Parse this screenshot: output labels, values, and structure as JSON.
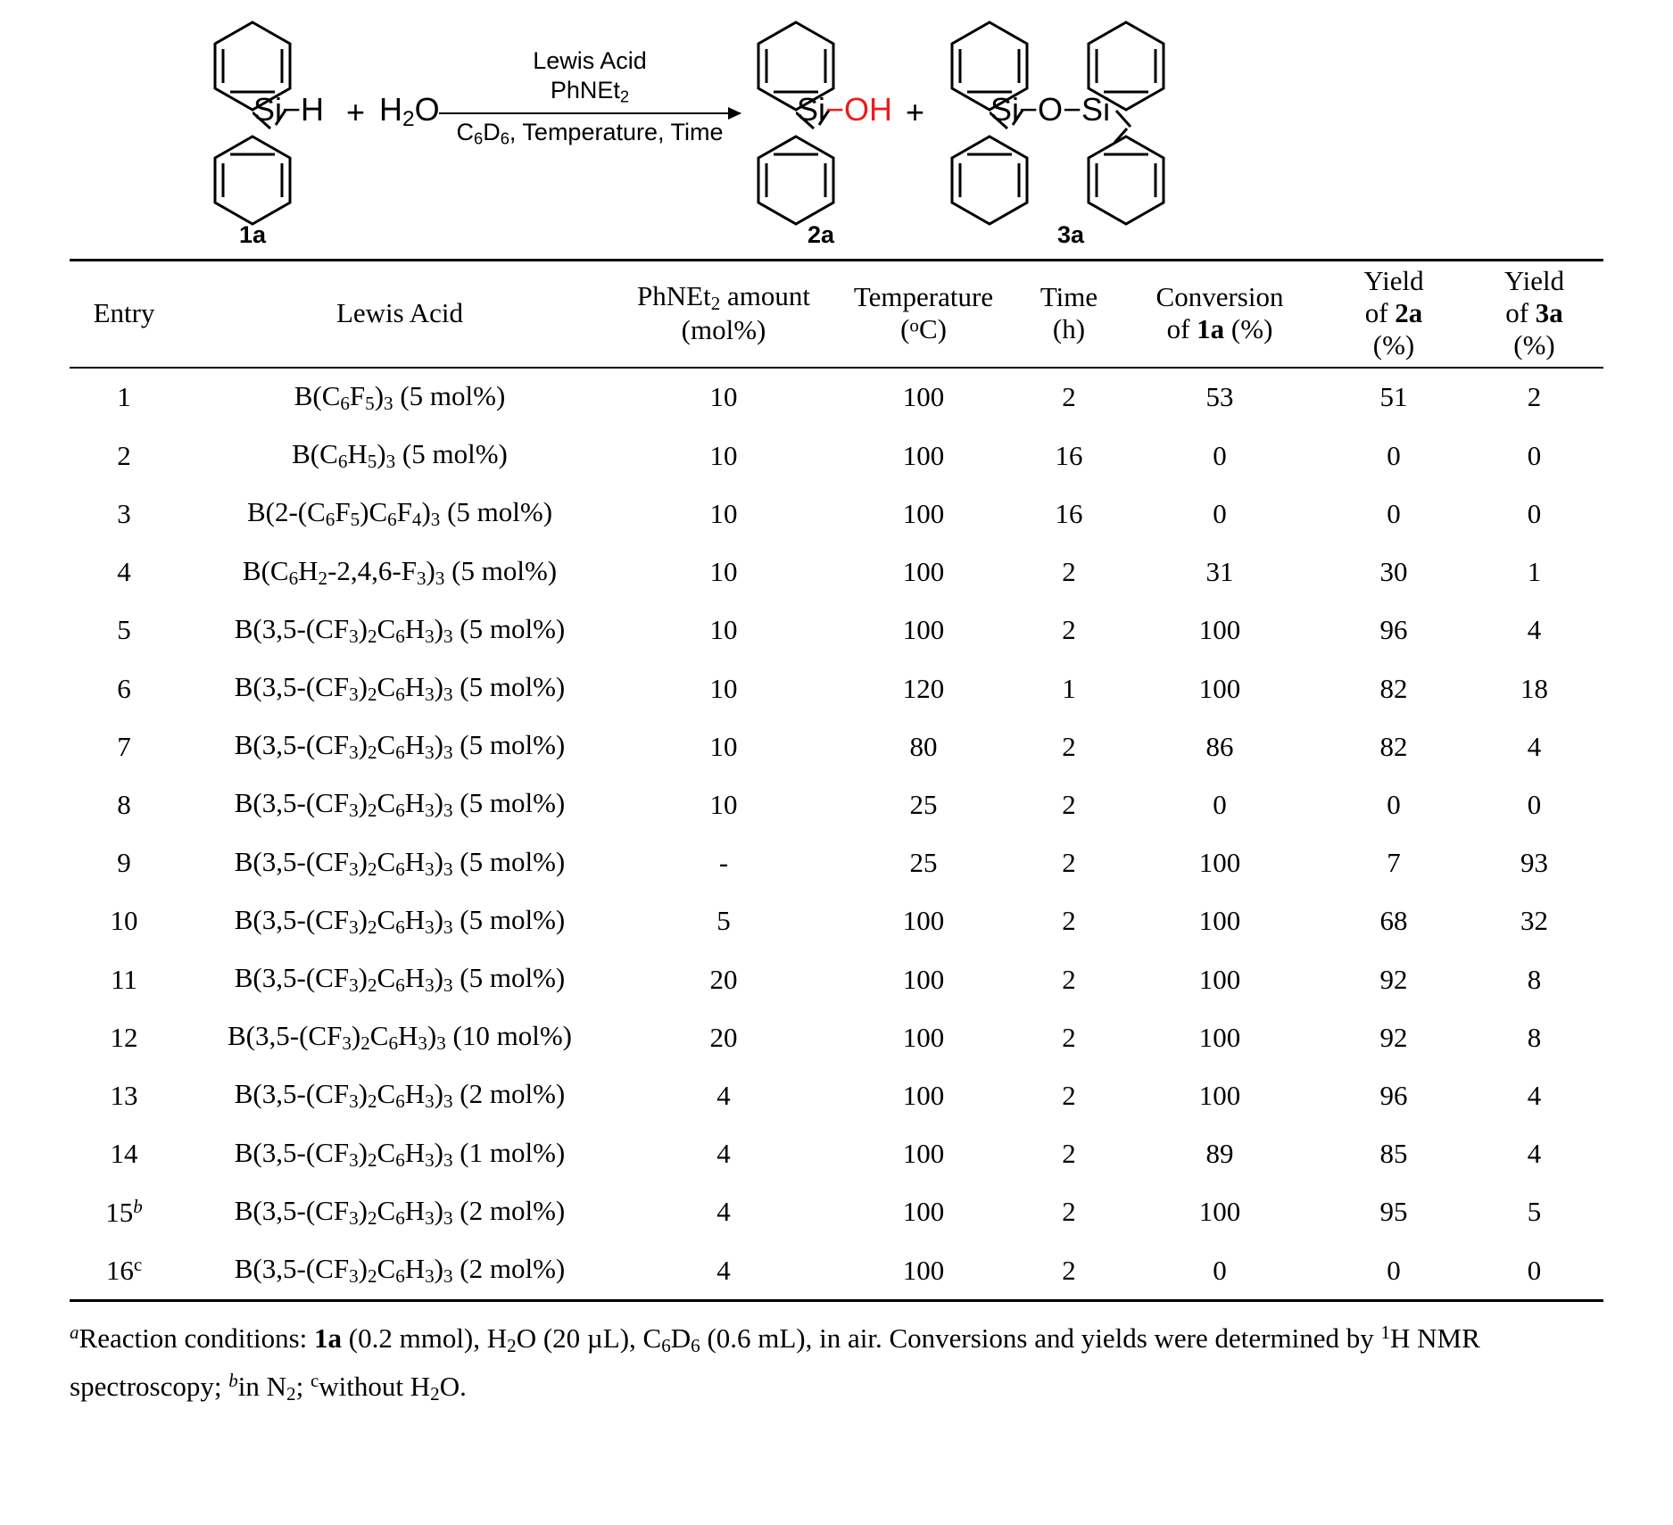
{
  "scheme": {
    "reactant": {
      "label": "1a",
      "si_text": "Si−H",
      "plus": "+",
      "water": "H2O"
    },
    "conditions": {
      "above_line_1": "Lewis Acid",
      "above_line_2": "PhNEt2",
      "below_line": "C6D6, Temperature, Time"
    },
    "product_1": {
      "label": "2a",
      "si_text": "Si",
      "oh_text": "−OH",
      "oh_color": "#ef1b1b"
    },
    "plus_between": "+",
    "product_2": {
      "label": "3a",
      "si_text_left": "Si−O−Si"
    }
  },
  "table": {
    "columns": [
      {
        "key": "entry",
        "line1": "Entry",
        "line2": "",
        "line3": ""
      },
      {
        "key": "acid",
        "line1": "Lewis Acid",
        "line2": "",
        "line3": ""
      },
      {
        "key": "amount",
        "line1": "PhNEt2 amount",
        "line2": "(mol%)",
        "line3": ""
      },
      {
        "key": "temp",
        "line1": "Temperature",
        "line2": "(°C)",
        "line3": ""
      },
      {
        "key": "time",
        "line1": "Time",
        "line2": "(h)",
        "line3": ""
      },
      {
        "key": "conv",
        "line1": "Conversion",
        "line2": "of 1a (%)",
        "line3": ""
      },
      {
        "key": "yield2",
        "line1": "Yield",
        "line2": "of 2a",
        "line3": "(%)"
      },
      {
        "key": "yield3",
        "line1": "Yield",
        "line2": "of 3a",
        "line3": "(%)"
      }
    ],
    "rows": [
      {
        "entry": "1",
        "entry_note": "",
        "acid_core": "B(C6F5)3",
        "acid_loading": "(5 mol%)",
        "amount": "10",
        "temp": "100",
        "time": "2",
        "conv": "53",
        "yield2": "51",
        "yield3": "2"
      },
      {
        "entry": "2",
        "entry_note": "",
        "acid_core": "B(C6H5)3",
        "acid_loading": "(5 mol%)",
        "amount": "10",
        "temp": "100",
        "time": "16",
        "conv": "0",
        "yield2": "0",
        "yield3": "0"
      },
      {
        "entry": "3",
        "entry_note": "",
        "acid_core": "B(2-(C6F5)C6F4)3",
        "acid_loading": "(5 mol%)",
        "amount": "10",
        "temp": "100",
        "time": "16",
        "conv": "0",
        "yield2": "0",
        "yield3": "0"
      },
      {
        "entry": "4",
        "entry_note": "",
        "acid_core": "B(C6H2-2,4,6-F3)3",
        "acid_loading": "(5 mol%)",
        "amount": "10",
        "temp": "100",
        "time": "2",
        "conv": "31",
        "yield2": "30",
        "yield3": "1"
      },
      {
        "entry": "5",
        "entry_note": "",
        "acid_core": "B(3,5-(CF3)2C6H3)3",
        "acid_loading": "(5 mol%)",
        "amount": "10",
        "temp": "100",
        "time": "2",
        "conv": "100",
        "yield2": "96",
        "yield3": "4"
      },
      {
        "entry": "6",
        "entry_note": "",
        "acid_core": "B(3,5-(CF3)2C6H3)3",
        "acid_loading": "(5 mol%)",
        "amount": "10",
        "temp": "120",
        "time": "1",
        "conv": "100",
        "yield2": "82",
        "yield3": "18"
      },
      {
        "entry": "7",
        "entry_note": "",
        "acid_core": "B(3,5-(CF3)2C6H3)3",
        "acid_loading": "(5 mol%)",
        "amount": "10",
        "temp": "80",
        "time": "2",
        "conv": "86",
        "yield2": "82",
        "yield3": "4"
      },
      {
        "entry": "8",
        "entry_note": "",
        "acid_core": "B(3,5-(CF3)2C6H3)3",
        "acid_loading": "(5 mol%)",
        "amount": "10",
        "temp": "25",
        "time": "2",
        "conv": "0",
        "yield2": "0",
        "yield3": "0"
      },
      {
        "entry": "9",
        "entry_note": "",
        "acid_core": "B(3,5-(CF3)2C6H3)3",
        "acid_loading": "(5 mol%)",
        "amount": "-",
        "temp": "25",
        "time": "2",
        "conv": "100",
        "yield2": "7",
        "yield3": "93"
      },
      {
        "entry": "10",
        "entry_note": "",
        "acid_core": "B(3,5-(CF3)2C6H3)3",
        "acid_loading": "(5 mol%)",
        "amount": "5",
        "temp": "100",
        "time": "2",
        "conv": "100",
        "yield2": "68",
        "yield3": "32"
      },
      {
        "entry": "11",
        "entry_note": "",
        "acid_core": "B(3,5-(CF3)2C6H3)3",
        "acid_loading": "(5 mol%)",
        "amount": "20",
        "temp": "100",
        "time": "2",
        "conv": "100",
        "yield2": "92",
        "yield3": "8"
      },
      {
        "entry": "12",
        "entry_note": "",
        "acid_core": "B(3,5-(CF3)2C6H3)3",
        "acid_loading": "(10 mol%)",
        "amount": "20",
        "temp": "100",
        "time": "2",
        "conv": "100",
        "yield2": "92",
        "yield3": "8"
      },
      {
        "entry": "13",
        "entry_note": "",
        "acid_core": "B(3,5-(CF3)2C6H3)3",
        "acid_loading": "(2 mol%)",
        "amount": "4",
        "temp": "100",
        "time": "2",
        "conv": "100",
        "yield2": "96",
        "yield3": "4"
      },
      {
        "entry": "14",
        "entry_note": "",
        "acid_core": "B(3,5-(CF3)2C6H3)3",
        "acid_loading": "(1 mol%)",
        "amount": "4",
        "temp": "100",
        "time": "2",
        "conv": "89",
        "yield2": "85",
        "yield3": "4"
      },
      {
        "entry": "15",
        "entry_note": "b",
        "acid_core": "B(3,5-(CF3)2C6H3)3",
        "acid_loading": "(2 mol%)",
        "amount": "4",
        "temp": "100",
        "time": "2",
        "conv": "100",
        "yield2": "95",
        "yield3": "5"
      },
      {
        "entry": "16",
        "entry_note": "c",
        "acid_core": "B(3,5-(CF3)2C6H3)3",
        "acid_loading": "(2 mol%)",
        "amount": "4",
        "temp": "100",
        "time": "2",
        "conv": "0",
        "yield2": "0",
        "yield3": "0"
      }
    ]
  },
  "footnotes": {
    "marker_a": "a",
    "text_a_1": "Reaction conditions: ",
    "compound_1a": "1a",
    "text_a_2": " (0.2 mmol), H2O (20 μL), C6D6 (0.6 mL), in air. Conversions and yields were determined by 1H NMR spectroscopy; ",
    "marker_b": "b",
    "text_b": "in N2; ",
    "marker_c": "c",
    "text_c": "without H2O."
  }
}
